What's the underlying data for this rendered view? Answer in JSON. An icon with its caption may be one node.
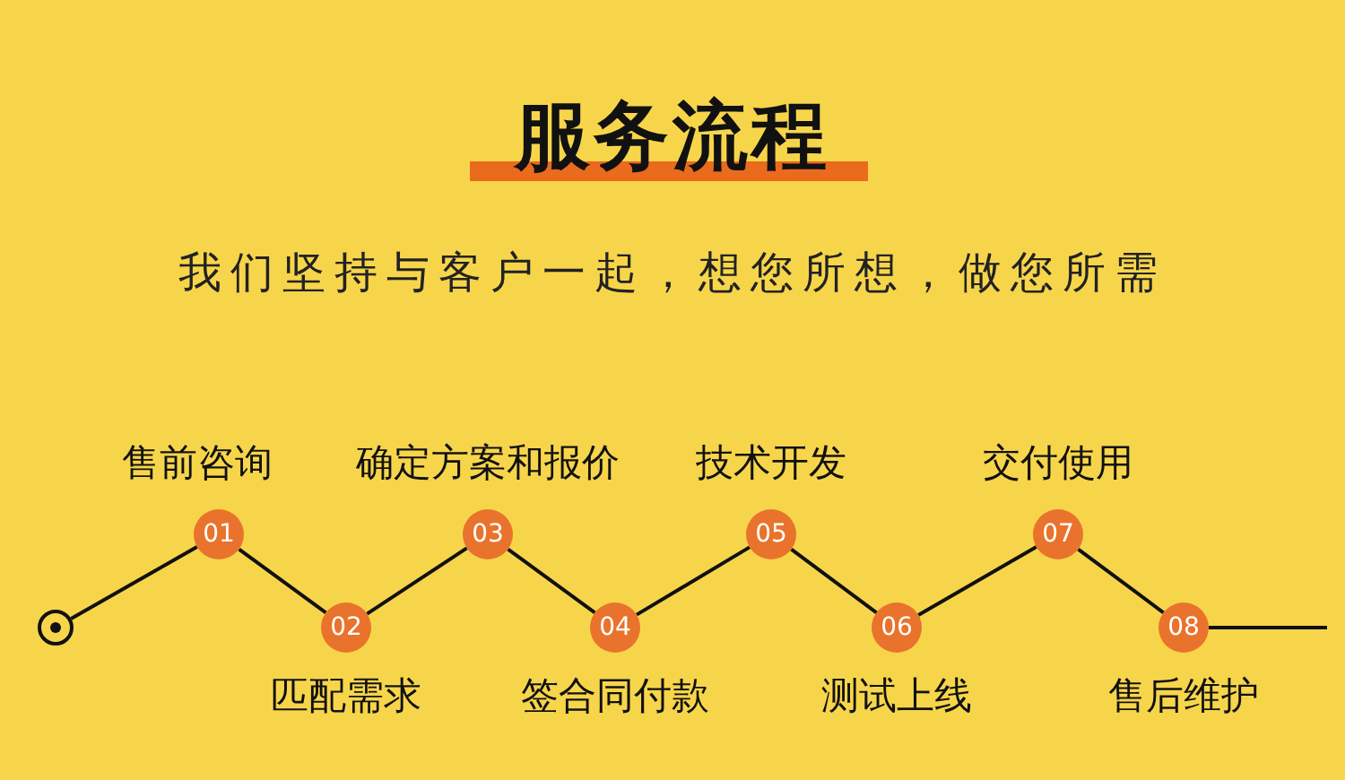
{
  "diagram": {
    "title": "服务流程",
    "nodes": [
      {
        "text": [],
        "shape": "circle"
      },
      {
        "text": [
          "01"
        ],
        "beside": [
          "售前咨询"
        ]
      },
      {
        "text": [
          "02"
        ],
        "beside": [
          "匹配需求"
        ]
      },
      {
        "text": [
          "03"
        ],
        "beside": [
          "确定方案和报价"
        ]
      },
      {
        "text": [
          "04"
        ],
        "beside": [
          "签合同付款"
        ]
      },
      {
        "text": [
          "05"
        ],
        "beside": [
          "技术开发"
        ]
      },
      {
        "text": [
          "06"
        ],
        "beside": [
          "测试上线"
        ]
      },
      {
        "text": [
          "07"
        ],
        "beside": [
          "交付使用"
        ]
      },
      {
        "text": [
          "08"
        ],
        "beside": [
          "售后维护"
        ]
      }
    ],
    "edges": [
      {
        "from": 0,
        "to": 1,
        "arrow": "none"
      },
      {
        "from": 1,
        "to": 2,
        "arrow": "none"
      },
      {
        "from": 2,
        "to": 3,
        "arrow": "none"
      },
      {
        "from": 3,
        "to": 4,
        "arrow": "none"
      },
      {
        "from": 4,
        "to": 5,
        "arrow": "none"
      },
      {
        "from": 5,
        "to": 6,
        "arrow": "none"
      },
      {
        "from": 6,
        "to": 7,
        "arrow": "none"
      },
      {
        "from": 7,
        "to": 8,
        "arrow": "none"
      },
      {
        "from": 8,
        "to": null,
        "arrow": "none"
      }
    ],
    "labels": [
      "我们坚持与客户一起，想您所想，做您所需"
    ]
  }
}
